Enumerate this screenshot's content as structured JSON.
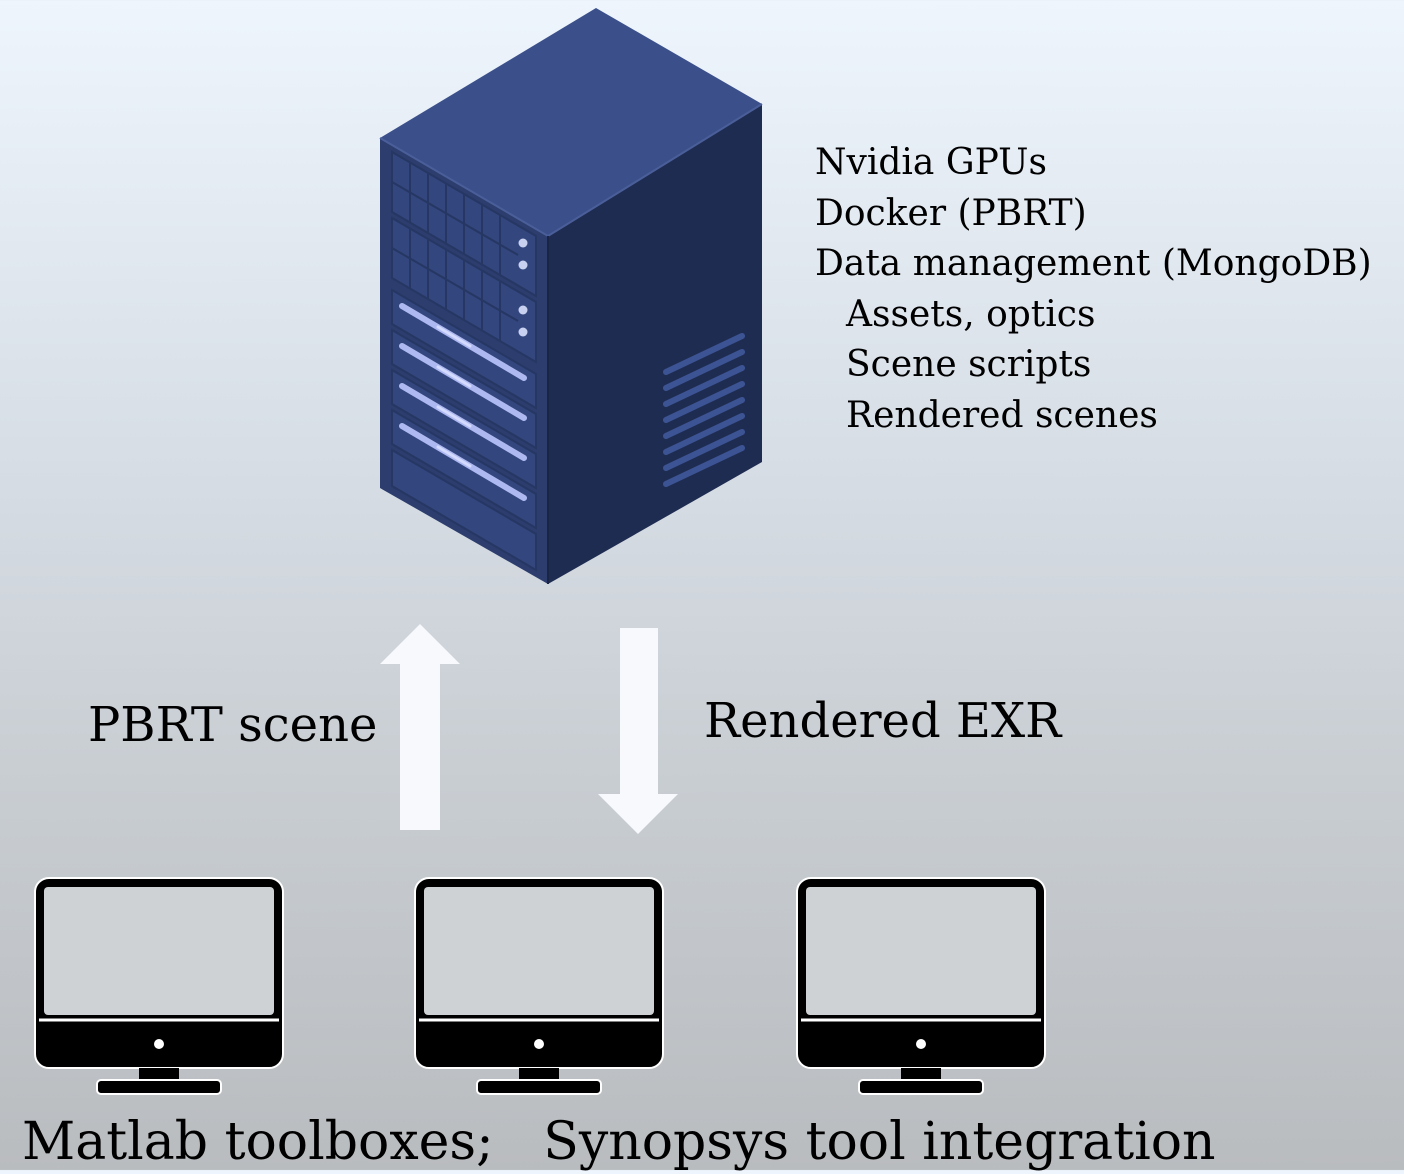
{
  "server": {
    "features": [
      "Nvidia GPUs",
      "Docker (PBRT)",
      "Data management (MongoDB)",
      "Assets, optics",
      "Scene scripts",
      "Rendered scenes"
    ]
  },
  "arrows": {
    "upload_label": "PBRT scene",
    "download_label": "Rendered EXR"
  },
  "clients": {
    "caption": "Matlab toolboxes;   Synopsys tool integration"
  }
}
